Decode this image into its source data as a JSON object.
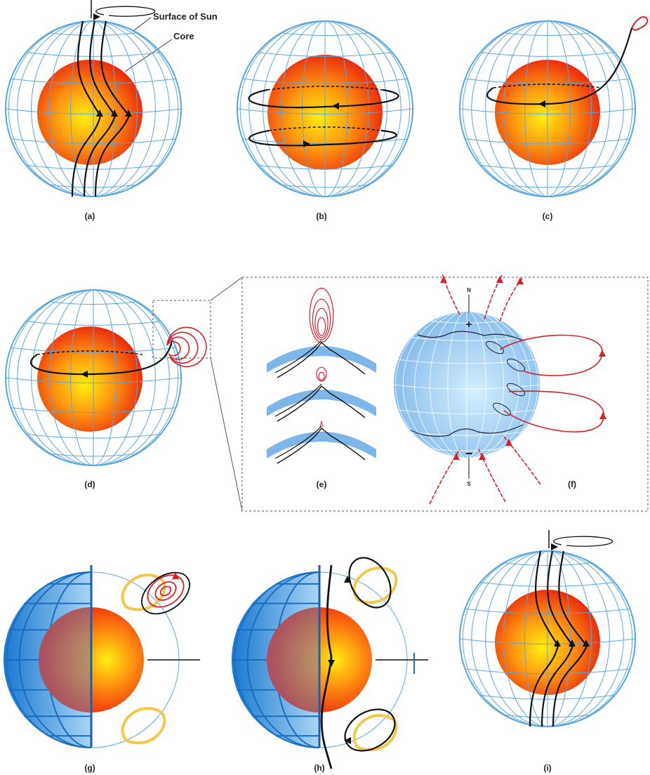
{
  "annotations": {
    "surface_label": "Surface of Sun",
    "core_label": "Core"
  },
  "panels": {
    "a": "(a)",
    "b": "(b)",
    "c": "(c)",
    "d": "(d)",
    "e": "(e)",
    "f": "(f)",
    "g": "(g)",
    "h": "(h)",
    "i": "(i)"
  },
  "poles": {
    "north": "N",
    "south": "S",
    "north_sign": "+",
    "south_sign": "−"
  },
  "colors": {
    "grid": "#5aa6e0",
    "core_center": "#ffe600",
    "core_edge": "#e8200c",
    "field_line": "#111111",
    "red_field": "#d8202a",
    "blue_sphere": "#8ec8f2",
    "convection": "#f2c84a"
  }
}
